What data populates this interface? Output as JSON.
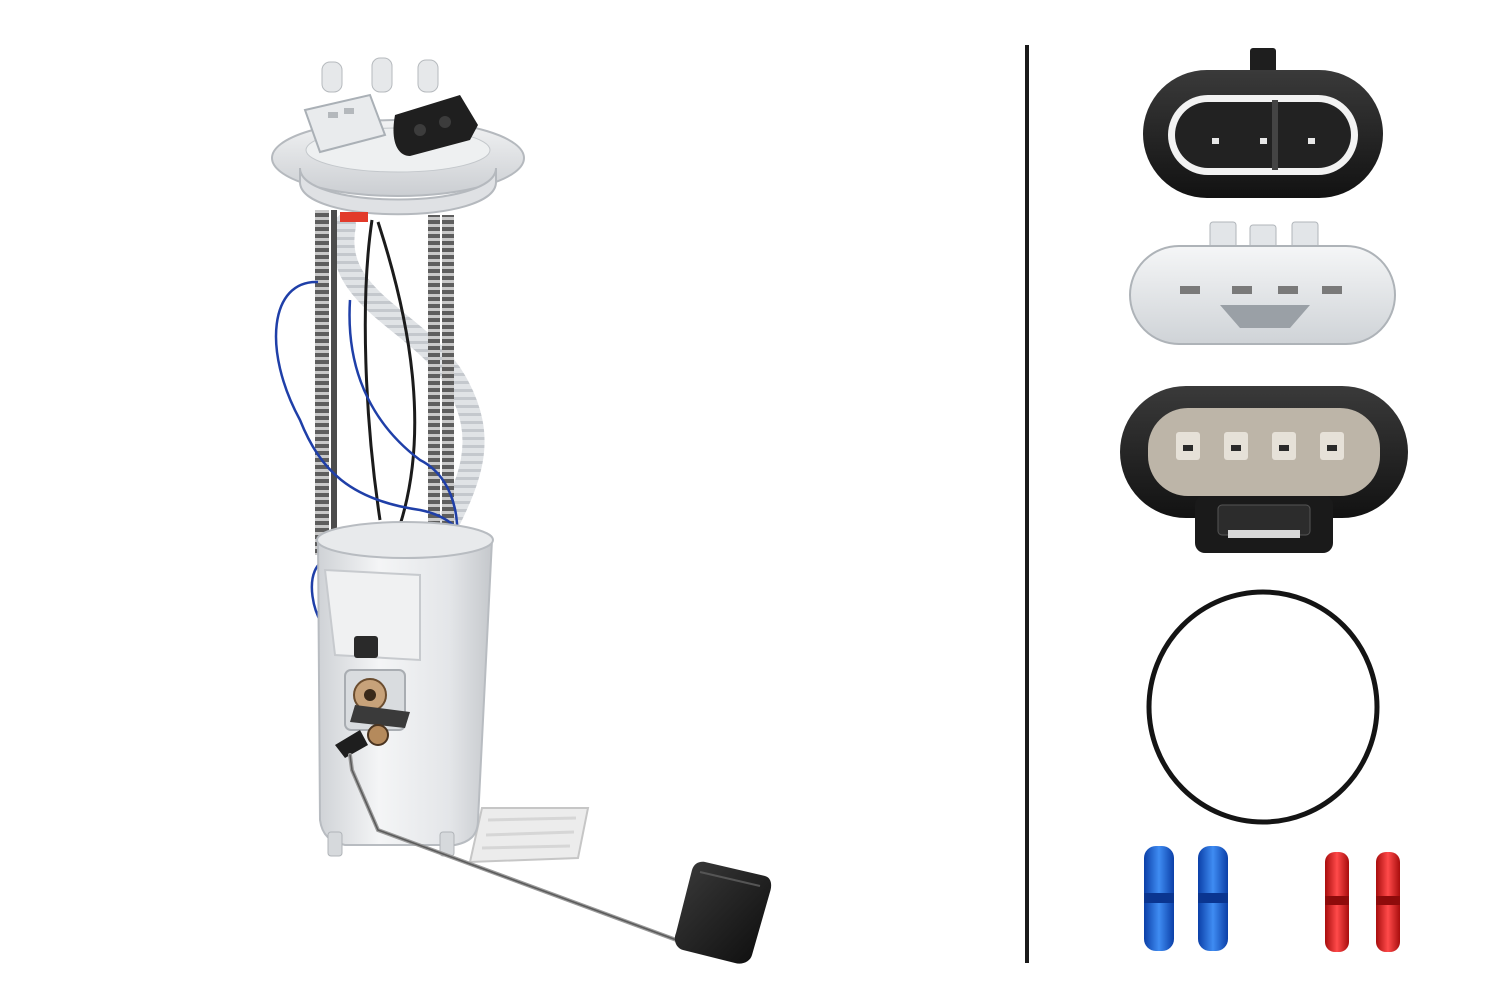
{
  "product": {
    "main_item": "fuel-pump-module",
    "accessories": [
      "3-pin-connector-black",
      "4-pin-connector-white",
      "4-pin-connector-black",
      "o-ring-seal",
      "butt-splice-connectors"
    ]
  },
  "colors": {
    "background": "#ffffff",
    "divider": "#1a1a1a",
    "housing_white": "#e9eaec",
    "plastic_black": "#1c1c1c",
    "wire_blue": "#1f3fa8",
    "splice_blue": "#1565d8",
    "splice_red": "#e02020"
  },
  "splices": {
    "blue_count": 2,
    "red_count": 2
  }
}
